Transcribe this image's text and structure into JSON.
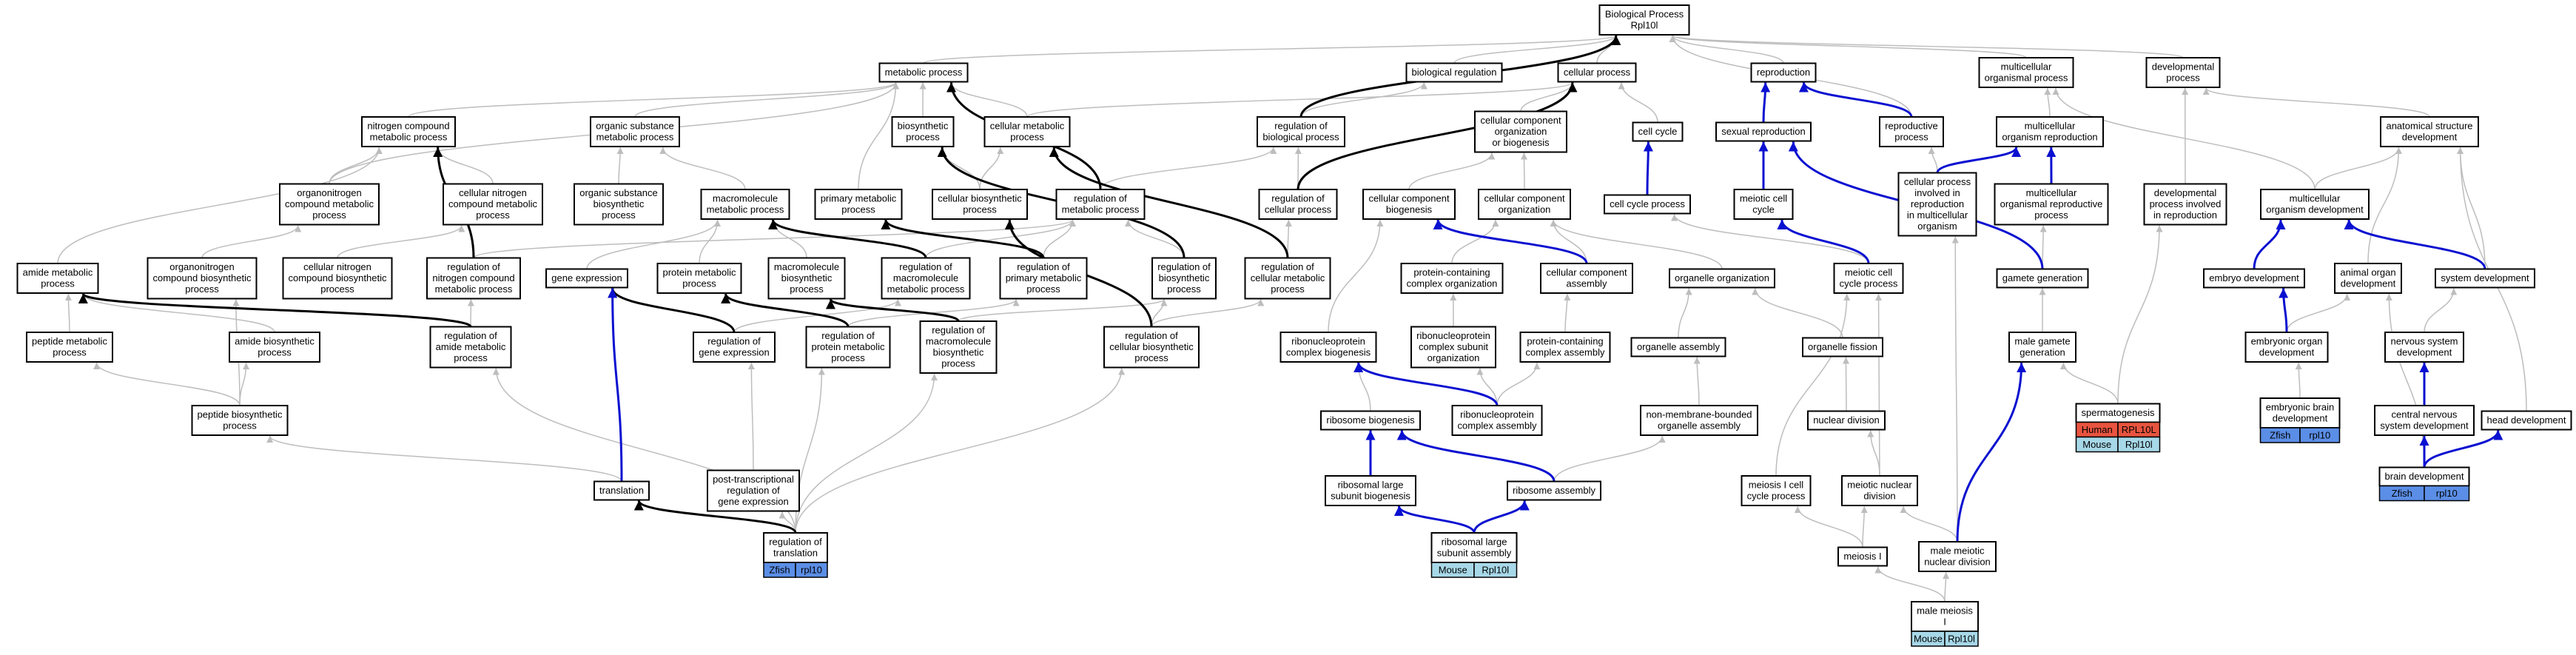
{
  "colors": {
    "human": "#e8543f",
    "mouse": "#a7d8e8",
    "zfish": "#5b8ee6",
    "edge_is_a": "#bdbdbd",
    "edge_black": "#000000",
    "edge_blue": "#0a10d0"
  },
  "nodes": {
    "bp": [
      "Biological Process",
      "Rpl10l"
    ],
    "metabolic": [
      "metabolic process"
    ],
    "bioreg": [
      "biological regulation"
    ],
    "cellproc": [
      "cellular process"
    ],
    "reproduction": [
      "reproduction"
    ],
    "multiorg": [
      "multicellular",
      "organismal process"
    ],
    "devproc": [
      "developmental",
      "process"
    ],
    "ncmp": [
      "nitrogen compound",
      "metabolic process"
    ],
    "osmp": [
      "organic substance",
      "metabolic process"
    ],
    "biosyn": [
      "biosynthetic",
      "process"
    ],
    "cellmeta": [
      "cellular metabolic",
      "process"
    ],
    "regbio": [
      "regulation of",
      "biological process"
    ],
    "ccob": [
      "cellular component",
      "organization",
      "or biogenesis"
    ],
    "cellcycle": [
      "cell cycle"
    ],
    "sexrep": [
      "sexual reproduction"
    ],
    "reprod": [
      "reproductive",
      "process"
    ],
    "multirep": [
      "multicellular",
      "organism reproduction"
    ],
    "asd": [
      "anatomical structure",
      "development"
    ],
    "oncmp": [
      "organonitrogen",
      "compound metabolic",
      "process"
    ],
    "cncmp": [
      "cellular nitrogen",
      "compound metabolic",
      "process"
    ],
    "osbp": [
      "organic substance",
      "biosynthetic",
      "process"
    ],
    "macromp": [
      "macromolecule",
      "metabolic process"
    ],
    "primary": [
      "primary metabolic",
      "process"
    ],
    "cbp": [
      "cellular biosynthetic",
      "process"
    ],
    "regmeta": [
      "regulation of",
      "metabolic process"
    ],
    "regcell": [
      "regulation of",
      "cellular process"
    ],
    "ccbio": [
      "cellular component",
      "biogenesis"
    ],
    "ccorg": [
      "cellular component",
      "organization"
    ],
    "ccp": [
      "cell cycle process"
    ],
    "meioticcc": [
      "meiotic cell",
      "cycle"
    ],
    "cpinvolved": [
      "cellular process",
      "involved in",
      "reproduction",
      "in multicellular",
      "organism"
    ],
    "morp": [
      "multicellular",
      "organismal reproductive",
      "process"
    ],
    "dpir": [
      "developmental",
      "process involved",
      "in reproduction"
    ],
    "mod": [
      "multicellular",
      "organism development"
    ],
    "amp": [
      "amide metabolic",
      "process"
    ],
    "oncbp": [
      "organonitrogen",
      "compound biosynthetic",
      "process"
    ],
    "cncbp": [
      "cellular nitrogen",
      "compound biosynthetic",
      "process"
    ],
    "regncmp": [
      "regulation of",
      "nitrogen compound",
      "metabolic process"
    ],
    "geneexp": [
      "gene expression"
    ],
    "protmp": [
      "protein metabolic",
      "process"
    ],
    "macrobp": [
      "macromolecule",
      "biosynthetic",
      "process"
    ],
    "regmacromp": [
      "regulation of",
      "macromolecule",
      "metabolic process"
    ],
    "regprimary": [
      "regulation of",
      "primary metabolic",
      "process"
    ],
    "regbiosyn": [
      "regulation of",
      "biosynthetic",
      "process"
    ],
    "regcellmeta": [
      "regulation of",
      "cellular metabolic",
      "process"
    ],
    "pcco": [
      "protein-containing",
      "complex organization"
    ],
    "ccassembly": [
      "cellular component",
      "assembly"
    ],
    "orgorg": [
      "organelle organization"
    ],
    "meioticccp": [
      "meiotic cell",
      "cycle process"
    ],
    "gametegen": [
      "gamete generation"
    ],
    "embryodev": [
      "embryo development"
    ],
    "animalorgan": [
      "animal organ",
      "development"
    ],
    "sysdev": [
      "system development"
    ],
    "pmp": [
      "peptide metabolic",
      "process"
    ],
    "abp": [
      "amide biosynthetic",
      "process"
    ],
    "regamp": [
      "regulation of",
      "amide metabolic",
      "process"
    ],
    "reggeneexp": [
      "regulation of",
      "gene expression"
    ],
    "regprotmp": [
      "regulation of",
      "protein metabolic",
      "process"
    ],
    "regmacrobp": [
      "regulation of",
      "macromolecule",
      "biosynthetic",
      "process"
    ],
    "regcbp": [
      "regulation of",
      "cellular biosynthetic",
      "process"
    ],
    "rcb": [
      "ribonucleoprotein",
      "complex biogenesis"
    ],
    "rcso": [
      "ribonucleoprotein",
      "complex subunit",
      "organization"
    ],
    "pcca": [
      "protein-containing",
      "complex assembly"
    ],
    "orgassembly": [
      "organelle assembly"
    ],
    "orgfission": [
      "organelle fission"
    ],
    "malegamete": [
      "male gamete",
      "generation"
    ],
    "embryonicorgan": [
      "embryonic organ",
      "development"
    ],
    "nsdev": [
      "nervous system",
      "development"
    ],
    "pbp": [
      "peptide biosynthetic",
      "process"
    ],
    "ribobio": [
      "ribosome biogenesis"
    ],
    "rca": [
      "ribonucleoprotein",
      "complex assembly"
    ],
    "nmboa": [
      "non-membrane-bounded",
      "organelle assembly"
    ],
    "nuclear": [
      "nuclear division"
    ],
    "spermato": [
      "spermatogenesis"
    ],
    "embryonicbrain": [
      "embryonic brain",
      "development"
    ],
    "cnsdev": [
      "central nervous",
      "system development"
    ],
    "headdev": [
      "head development"
    ],
    "translation": [
      "translation"
    ],
    "ptrans": [
      "post-transcriptional",
      "regulation of",
      "gene expression"
    ],
    "rlsb": [
      "ribosomal large",
      "subunit biogenesis"
    ],
    "riboassembly": [
      "ribosome assembly"
    ],
    "meiosis1ccp": [
      "meiosis I cell",
      "cycle process"
    ],
    "mnd": [
      "meiotic nuclear",
      "division"
    ],
    "braindev": [
      "brain development"
    ],
    "regtrans": [
      "regulation of",
      "translation"
    ],
    "rlsa": [
      "ribosomal large",
      "subunit assembly"
    ],
    "meiosis1": [
      "meiosis I"
    ],
    "mmnd": [
      "male meiotic",
      "nuclear division"
    ],
    "malemeiosis": [
      "male meiosis",
      "I"
    ]
  },
  "badges": {
    "regtrans": [
      [
        "Zfish",
        "rpl10"
      ]
    ],
    "rlsa": [
      [
        "Mouse",
        "Rpl10l"
      ]
    ],
    "spermato": [
      [
        "Human",
        "RPL10L"
      ],
      [
        "Mouse",
        "Rpl10l"
      ]
    ],
    "embryonicbrain": [
      [
        "Zfish",
        "rpl10"
      ]
    ],
    "braindev": [
      [
        "Zfish",
        "rpl10"
      ]
    ],
    "malemeiosis": [
      [
        "Mouse",
        "Rpl10l"
      ]
    ]
  }
}
